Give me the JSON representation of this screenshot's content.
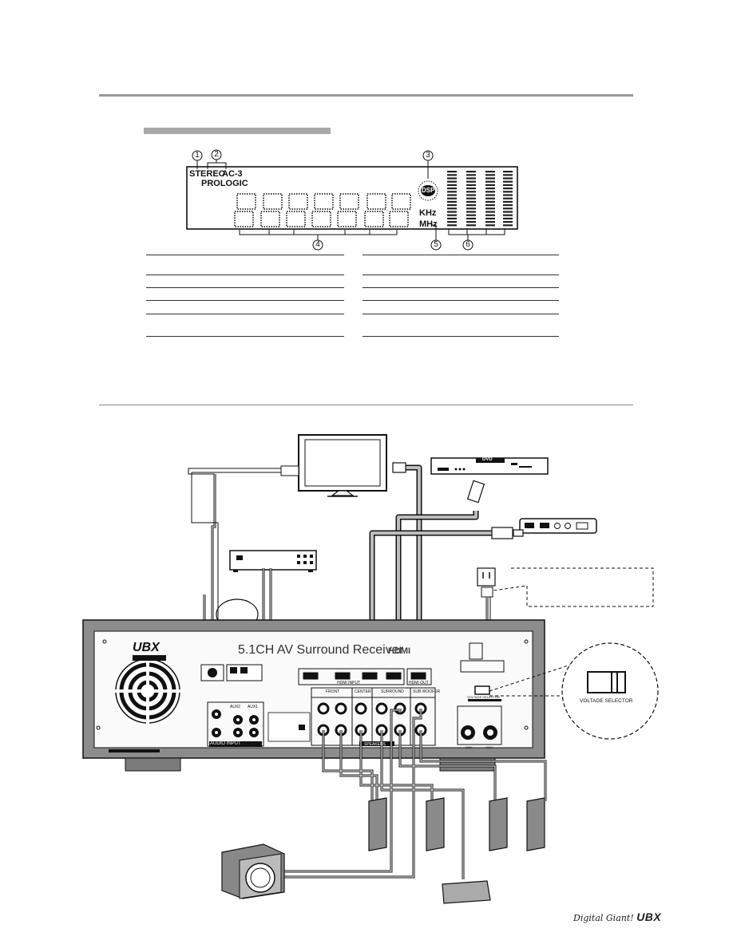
{
  "display_panel": {
    "callouts": [
      "1",
      "2",
      "3",
      "4",
      "5",
      "6"
    ],
    "labels": {
      "stereo": "STEREO",
      "ac3": "AC-3",
      "prologic": "PROLOGIC",
      "dsp": "DSP",
      "khz": "KHz",
      "mhz": "MHz"
    }
  },
  "connection_diagram": {
    "devices": {
      "dvd_label": "DVD"
    },
    "receiver": {
      "brand": "UBX",
      "title": "5.1CH AV Surround Receiver",
      "hdmi_logo": "HDMI",
      "sections": {
        "audio_input": "AUDIO INPUT",
        "aux1": "AUX1",
        "aux2": "AUX2",
        "hdmi_input": "HDMI INPUT",
        "hdmi_out": "HDMI OUT",
        "front": "FRONT",
        "center": "CENTER",
        "surround": "SURROUND",
        "subwoofer": "SUB WOOFER",
        "speakers": "SPEAKERS",
        "l": "L",
        "r": "R",
        "plus": "+",
        "minus": "−",
        "voltage_selector_small": "VOLTAGE SELECTOR",
        "v115": "~115V",
        "v230": "~230V"
      }
    },
    "voltage_selector_zoom_label": "VOLTAGE SELECTOR"
  },
  "footer": {
    "tagline": "Digital Giant!",
    "brand": "UBX"
  }
}
